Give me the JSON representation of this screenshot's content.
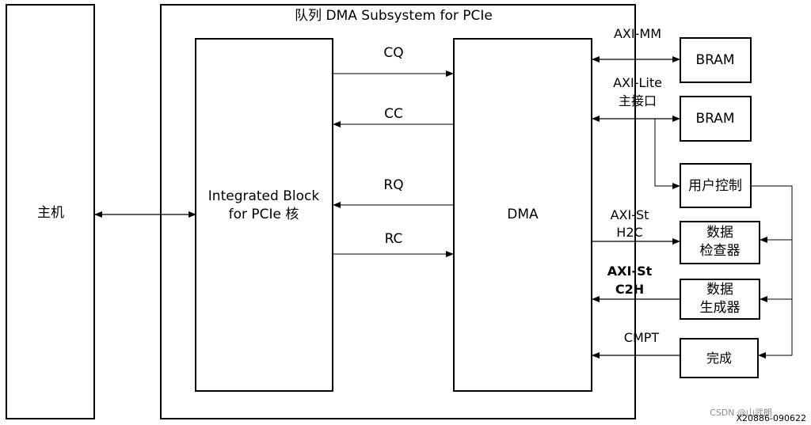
{
  "subsystem": {
    "title": "队列 DMA Subsystem for PCIe"
  },
  "blocks": {
    "host": "主机",
    "integrated_line1": "Integrated Block",
    "integrated_line2": "for PCIe 核",
    "dma": "DMA",
    "bram_mm": "BRAM",
    "bram_lite": "BRAM",
    "user_control": "用户控制",
    "data_checker_line1": "数据",
    "data_checker_line2": "检查器",
    "data_generator_line1": "数据",
    "data_generator_line2": "生成器",
    "completion": "完成"
  },
  "links": {
    "cq": "CQ",
    "cc": "CC",
    "rq": "RQ",
    "rc": "RC",
    "axi_mm": "AXI-MM",
    "axi_lite_line1": "AXI-Lite",
    "axi_lite_line2": "主接口",
    "axi_st_h2c_line1": "AXI-St",
    "axi_st_h2c_line2": "H2C",
    "axi_st_c2h_line1": "AXI-St",
    "axi_st_c2h_line2": "C2H",
    "cmpt": "CMPT"
  },
  "footer": {
    "watermark": "CSDN @山武朗",
    "figure_id": "X20886-090622"
  }
}
